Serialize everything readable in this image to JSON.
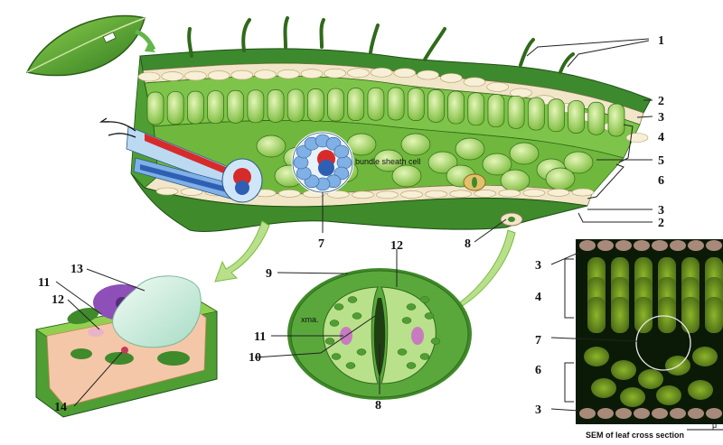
{
  "labels": {
    "n1": "1",
    "n2a": "2",
    "n2b": "2",
    "n3a": "3",
    "n3b": "3",
    "n3c": "3",
    "n3d": "3",
    "n4a": "4",
    "n4b": "4",
    "n5": "5",
    "n6a": "6",
    "n6b": "6",
    "n7a": "7",
    "n7b": "7",
    "n8a": "8",
    "n8b": "8",
    "n9": "9",
    "n10": "10",
    "n11a": "11",
    "n11b": "11",
    "n12a": "12",
    "n12b": "12",
    "n13": "13",
    "n14": "14"
  },
  "text": {
    "bundle_sheath": "bundle sheath cell",
    "sem_caption": "SEM of leaf cross section",
    "stoma_fragment": "xma.",
    "scale_fragment": "μ"
  },
  "colors": {
    "leaf_dark": "#2e7d32",
    "leaf_mid": "#5aa83c",
    "cell_light": "#b9e08a",
    "epidermis": "#f1e6c8",
    "xylem": "#2f5fb3",
    "phloem": "#d62b2b",
    "sem_bg": "#0b1a06"
  }
}
